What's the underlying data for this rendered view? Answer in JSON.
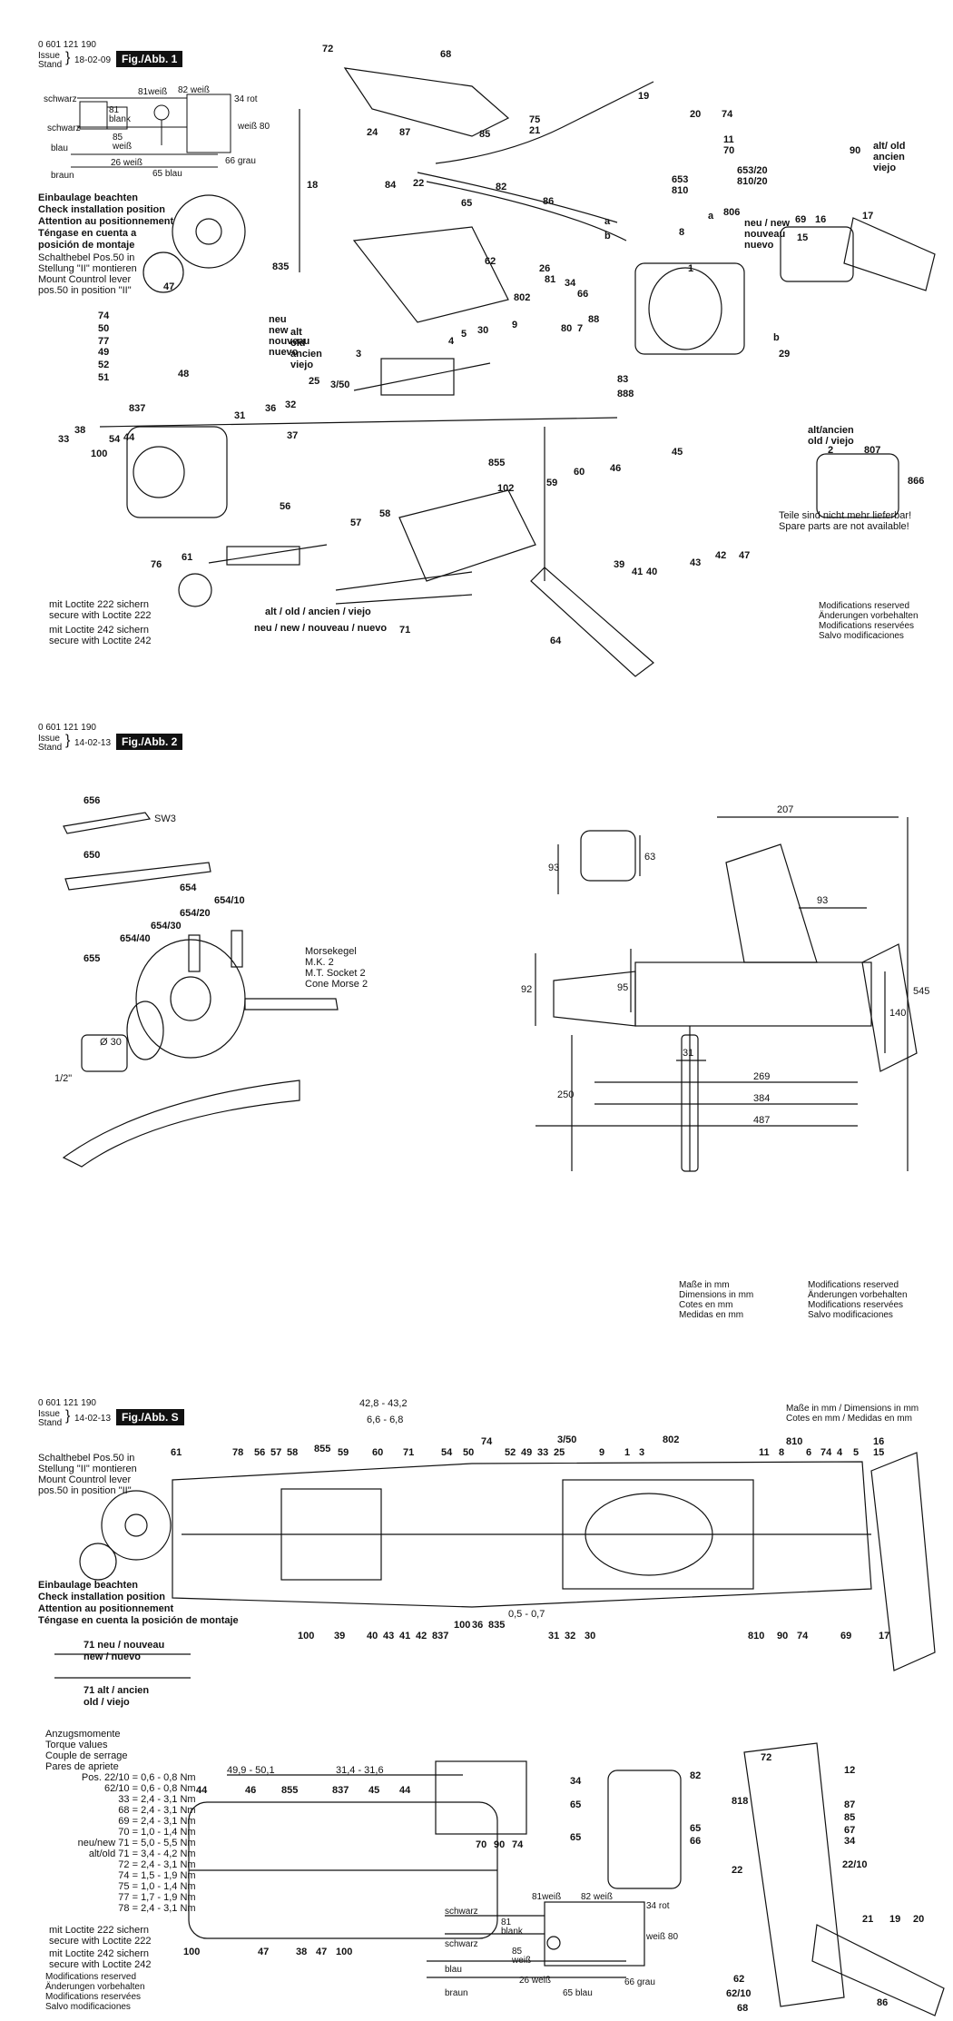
{
  "fig1": {
    "part_no": "0 601 121 190",
    "issue_label": "Issue",
    "stand_label": "Stand",
    "date": "18-02-09",
    "badge": "Fig./Abb. 1",
    "wiring": {
      "schwarz_top": "schwarz",
      "schwarz_bottom": "schwarz",
      "blau": "blau",
      "braun": "braun",
      "w81": "81weiß",
      "w81b": "81",
      "blank": "blank",
      "w82": "82 weiß",
      "w34": "34 rot",
      "w85": "85",
      "weiss": "weiß",
      "w26": "26 weiß",
      "w65b": "65 blau",
      "w66": "66 grau",
      "w80": "weiß 80",
      "w65blau": "65 blau"
    },
    "install_note": [
      "Einbaulage beachten",
      "Check installation position",
      "Attention au positionnement",
      "Téngase en cuenta a",
      "posición de montaje"
    ],
    "lever_note": [
      "Schalthebel Pos.50 in",
      "Stellung \"II\" montieren",
      "Mount Countrol lever",
      "pos.50 in position \"II\""
    ],
    "old_new_label": "alt / old / ancien / viejo",
    "new_label": "neu / new / nouveau / nuevo",
    "loctite222": [
      "mit Loctite 222 sichern",
      "secure with Loctite 222"
    ],
    "loctite242": [
      "mit Loctite 242 sichern",
      "secure with Loctite 242"
    ],
    "mods": [
      "Modifications reserved",
      "Änderungen vorbehalten",
      "Modifications reservées",
      "Salvo modificaciones"
    ],
    "spare_note": [
      "Teile sind nicht mehr lieferbar!",
      "Spare parts are not available!"
    ],
    "alt_old": [
      "alt/ancien",
      "old / viejo"
    ],
    "alt_old2": [
      "alt/ old",
      "ancien",
      "viejo"
    ],
    "neu_new": [
      "neu / new",
      "nouveau",
      "nuevo"
    ],
    "neu_new2": [
      "neu",
      "new",
      "nouveau",
      "nuevo"
    ],
    "alt_old3": [
      "alt",
      "old",
      "ancien",
      "viejo"
    ],
    "callouts": [
      "72",
      "68",
      "19",
      "20",
      "74",
      "75",
      "21",
      "11",
      "70",
      "90",
      "653",
      "810",
      "653/20",
      "810/20",
      "806",
      "8",
      "15",
      "69",
      "16",
      "17",
      "24",
      "87",
      "85",
      "22",
      "82",
      "18",
      "84",
      "65",
      "86",
      "62",
      "802",
      "26",
      "81",
      "34",
      "66",
      "1",
      "9",
      "88",
      "80",
      "7",
      "83",
      "888",
      "29",
      "5",
      "30",
      "4",
      "3",
      "3/50",
      "25",
      "32",
      "36",
      "31",
      "37",
      "38",
      "33",
      "100",
      "54",
      "44",
      "837",
      "835",
      "74",
      "50",
      "77",
      "49",
      "52",
      "51",
      "48",
      "47",
      "855",
      "102",
      "60",
      "46",
      "45",
      "59",
      "58",
      "57",
      "56",
      "61",
      "76",
      "71",
      "64",
      "39",
      "41",
      "40",
      "43",
      "42",
      "47",
      "2",
      "807",
      "866",
      "alt/ancien",
      "a",
      "b",
      "a",
      "b"
    ]
  },
  "fig2": {
    "part_no": "0 601 121 190",
    "issue_label": "Issue",
    "stand_label": "Stand",
    "date": "14-02-13",
    "badge": "Fig./Abb. 2",
    "parts": [
      "656",
      "SW3",
      "650",
      "654",
      "654/30",
      "654/20",
      "654/10",
      "654/40",
      "655",
      "Ø 30",
      "1/2\""
    ],
    "morse": [
      "Morsekegel",
      "M.K. 2",
      "M.T. Socket 2",
      "Cone Morse 2"
    ],
    "dims": [
      "207",
      "93",
      "63",
      "93",
      "92",
      "95",
      "140",
      "545",
      "31",
      "269",
      "384",
      "487",
      "250"
    ],
    "units": [
      "Maße in mm",
      "Dimensions in mm",
      "Cotes en mm",
      "Medidas en mm"
    ],
    "mods": [
      "Modifications reserved",
      "Änderungen vorbehalten",
      "Modifications reservées",
      "Salvo modificaciones"
    ]
  },
  "figS": {
    "part_no": "0 601 121 190",
    "issue_label": "Issue",
    "stand_label": "Stand",
    "date": "14-02-13",
    "badge": "Fig./Abb. S",
    "units_header": [
      "Maße in mm / Dimensions in mm",
      "Cotes en mm / Medidas en mm"
    ],
    "dims_top": [
      "42,8 - 43,2",
      "6,6 - 6,8"
    ],
    "lever_note": [
      "Schalthebel Pos.50 in",
      "Stellung \"II\" montieren",
      "Mount Countrol lever",
      "pos.50 in position \"II\""
    ],
    "install_note": [
      "Einbaulage beachten",
      "Check installation position",
      "Attention au positionnement",
      "Téngase en cuenta la posición de montaje"
    ],
    "top_callouts": [
      "61",
      "78",
      "56",
      "57",
      "58",
      "855",
      "59",
      "60",
      "71",
      "54",
      "74",
      "50",
      "52",
      "49",
      "33",
      "25",
      "3/50",
      "9",
      "1",
      "3",
      "802",
      "11",
      "8",
      "810",
      "6",
      "74",
      "4",
      "5",
      "16",
      "15"
    ],
    "bottom_callouts": [
      "100",
      "39",
      "40",
      "43",
      "41",
      "42",
      "837",
      "100",
      "36",
      "835",
      "31",
      "32",
      "30",
      "810",
      "90",
      "74",
      "69",
      "17"
    ],
    "dim_bottom": "0,5 - 0,7",
    "screw_new": [
      "71 neu / nouveau",
      "new / nuevo"
    ],
    "screw_old": [
      "71 alt / ancien",
      "old / viejo"
    ],
    "torque_title": [
      "Anzugsmomente",
      "Torque values",
      "Couple de serrage",
      "Pares de apriete"
    ],
    "torque_rows": [
      [
        "Pos. 22/10 =",
        "0,6 - 0,8 Nm"
      ],
      [
        "62/10 =",
        "0,6 - 0,8 Nm"
      ],
      [
        "33 =",
        "2,4 - 3,1 Nm"
      ],
      [
        "68 =",
        "2,4 - 3,1 Nm"
      ],
      [
        "69 =",
        "2,4 - 3,1 Nm"
      ],
      [
        "70 =",
        "1,0 - 1,4 Nm"
      ],
      [
        "neu/new 71 =",
        "5,0 - 5,5 Nm"
      ],
      [
        "alt/old 71 =",
        "3,4 - 4,2 Nm"
      ],
      [
        "72 =",
        "2,4 - 3,1 Nm"
      ],
      [
        "74 =",
        "1,5 - 1,9 Nm"
      ],
      [
        "75 =",
        "1,0 - 1,4 Nm"
      ],
      [
        "77 =",
        "1,7 - 1,9 Nm"
      ],
      [
        "78 =",
        "2,4 - 3,1 Nm"
      ]
    ],
    "loctite222": [
      "mit Loctite 222 sichern",
      "secure with Loctite 222"
    ],
    "loctite242": [
      "mit Loctite 242 sichern",
      "secure with Loctite 242"
    ],
    "mods": [
      "Modifications reserved",
      "Änderungen vorbehalten",
      "Modifications reservées",
      "Salvo modificaciones"
    ],
    "gear_dims": [
      "49,9 - 50,1",
      "31,4 - 31,6"
    ],
    "gear_callouts": [
      "44",
      "46",
      "855",
      "837",
      "45",
      "44",
      "100",
      "47",
      "38",
      "47",
      "100"
    ],
    "switch_callouts": [
      "70",
      "90",
      "74"
    ],
    "cable_callouts": [
      "34",
      "65",
      "65",
      "82",
      "65",
      "66"
    ],
    "handle_callouts": [
      "72",
      "12",
      "818",
      "87",
      "85",
      "67",
      "34",
      "22/10",
      "22",
      "62",
      "62/10",
      "68",
      "21",
      "19",
      "20",
      "86"
    ],
    "wiring": {
      "schwarz_top": "schwarz",
      "schwarz_bottom": "schwarz",
      "blau": "blau",
      "braun": "braun",
      "w81": "81weiß",
      "w81b": "81",
      "blank": "blank",
      "w82": "82 weiß",
      "w34": "34 rot",
      "w85": "85",
      "weiss": "weiß",
      "w26": "26 weiß",
      "w65b": "65 blau",
      "w66": "66 grau",
      "w80": "weiß 80",
      "w65blau": "65 blau"
    }
  }
}
